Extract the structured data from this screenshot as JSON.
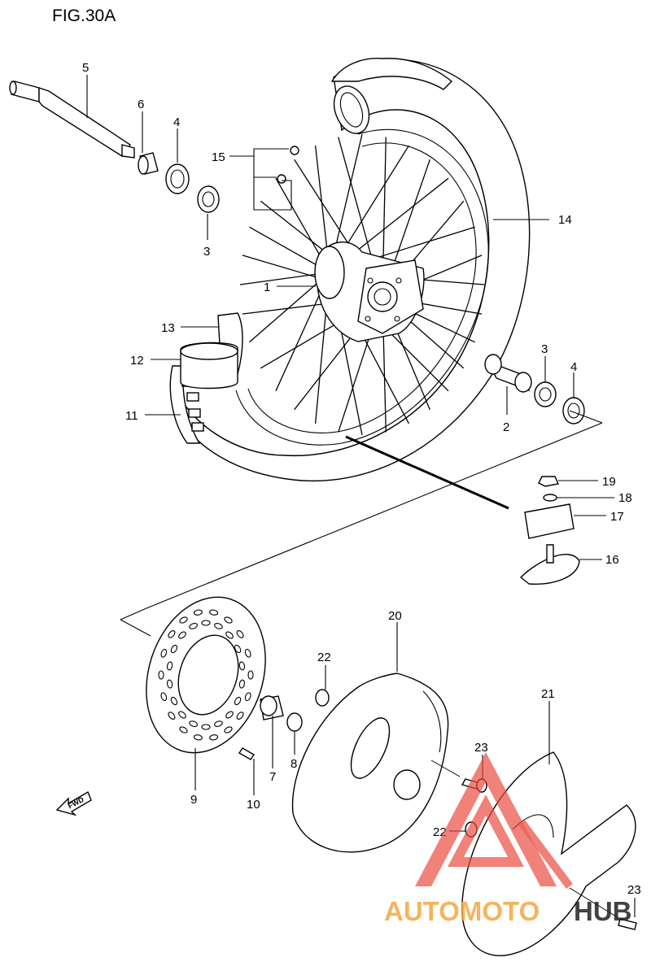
{
  "figure": {
    "title": "FIG.30A"
  },
  "callouts": [
    {
      "id": "c1",
      "text": "1"
    },
    {
      "id": "c2",
      "text": "2"
    },
    {
      "id": "c3a",
      "text": "3"
    },
    {
      "id": "c3b",
      "text": "3"
    },
    {
      "id": "c4a",
      "text": "4"
    },
    {
      "id": "c4b",
      "text": "4"
    },
    {
      "id": "c5",
      "text": "5"
    },
    {
      "id": "c6",
      "text": "6"
    },
    {
      "id": "c7",
      "text": "7"
    },
    {
      "id": "c8",
      "text": "8"
    },
    {
      "id": "c9",
      "text": "9"
    },
    {
      "id": "c10",
      "text": "10"
    },
    {
      "id": "c11",
      "text": "11"
    },
    {
      "id": "c12",
      "text": "12"
    },
    {
      "id": "c13",
      "text": "13"
    },
    {
      "id": "c14",
      "text": "14"
    },
    {
      "id": "c15",
      "text": "15"
    },
    {
      "id": "c16",
      "text": "16"
    },
    {
      "id": "c17",
      "text": "17"
    },
    {
      "id": "c18",
      "text": "18"
    },
    {
      "id": "c19",
      "text": "19"
    },
    {
      "id": "c20",
      "text": "20"
    },
    {
      "id": "c21",
      "text": "21"
    },
    {
      "id": "c22a",
      "text": "22"
    },
    {
      "id": "c22b",
      "text": "22"
    },
    {
      "id": "c23a",
      "text": "23"
    },
    {
      "id": "c23b",
      "text": "23"
    }
  ],
  "fwd_arrow": {
    "text": "FWD"
  },
  "watermark": {
    "part1": "AUTOMOTO",
    "part2": "HUB",
    "color1": "#f4a742",
    "color2": "#222222",
    "logo_color": "#e8473b"
  },
  "colors": {
    "line": "#000000",
    "background": "#ffffff"
  }
}
